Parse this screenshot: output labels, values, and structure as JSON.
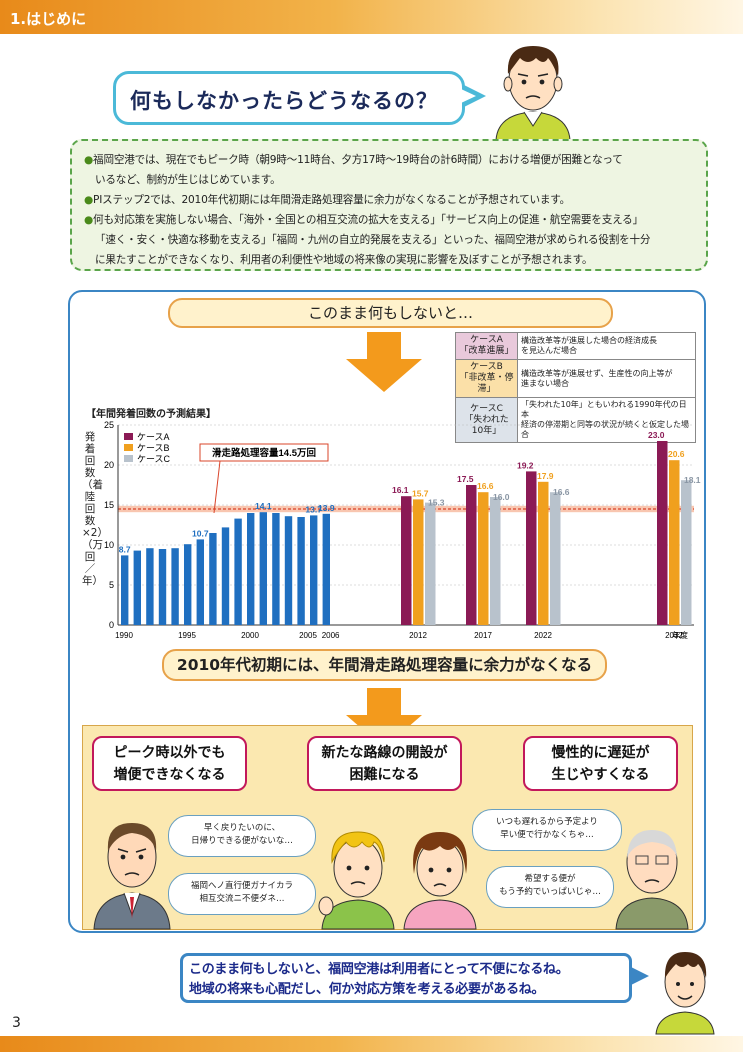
{
  "header": {
    "section": "1.はじめに"
  },
  "question": "何もしなかったらどうなるの？",
  "intro": [
    "福岡空港では、現在でもピーク時（朝9時～11時台、夕方17時～19時台の計6時間）における増便が困難となって",
    "いるなど、制約が生じはじめています。",
    "PIステップ2では、2010年代初期には年間滑走路処理容量に余力がなくなることが予想されています。",
    "何も対応策を実施しない場合、「海外・全国との相互交流の拡大を支える」「サービス向上の促進・航空需要を支える」",
    "「速く・安く・快適な移動を支える」「福岡・九州の自立的発展を支える」といった、福岡空港が求められる役割を十分",
    "に果たすことができなくなり、利用者の利便性や地域の将来像の実現に影響を及ぼすことが予想されます。"
  ],
  "pill_top": "このまま何もしないと…",
  "cases": [
    {
      "label": "ケースA\n「改革進展」",
      "desc": "構造改革等が進展した場合の経済成長\nを見込んだ場合",
      "bg": "#9b3c74",
      "labelBg": "#e9c9db"
    },
    {
      "label": "ケースB\n「非改革・停滞」",
      "desc": "構造改革等が進展せず、生産性の向上等が\n進まない場合",
      "bg": "#f0a01e",
      "labelBg": "#fbe0a8"
    },
    {
      "label": "ケースC\n「失われた10年」",
      "desc": "「失われた10年」ともいわれる1990年代の日本\n経済の停滞期と同等の状況が続くと仮定した場合",
      "bg": "#b8c2cc",
      "labelBg": "#dde3ea"
    }
  ],
  "chart_title": "【年間発着回数の予測結果】",
  "y_axis_label": "発着回数（着陸回数×2）（万回／年）",
  "capacity_label": "滑走路処理容量14.5万回",
  "x_unit": "年度",
  "chart_data": {
    "type": "bar",
    "title": "【年間発着回数の予測結果】",
    "ylabel": "発着回数（着陸回数×2）（万回／年）",
    "ylim": [
      0,
      25
    ],
    "yticks": [
      0,
      5,
      10,
      15,
      20,
      25
    ],
    "capacity": 14.5,
    "historical": {
      "years": [
        1990,
        1991,
        1992,
        1993,
        1994,
        1995,
        1996,
        1997,
        1998,
        1999,
        2000,
        2001,
        2002,
        2003,
        2004,
        2005,
        2006
      ],
      "values": [
        8.7,
        9.3,
        9.6,
        9.5,
        9.6,
        10.1,
        10.7,
        11.5,
        12.2,
        13.3,
        14.0,
        14.1,
        14.0,
        13.6,
        13.5,
        13.7,
        13.9
      ],
      "labels": {
        "1990": "8.7",
        "1996": "10.7",
        "2001": "14.1",
        "2005": "13.7",
        "2006": "13.9"
      }
    },
    "x_tick_labels": [
      "1990",
      "1995",
      "2000",
      "2005",
      "2006",
      "2012",
      "2017",
      "2022",
      "2032"
    ],
    "forecast_years": [
      "2012",
      "2017",
      "2022",
      "2032"
    ],
    "series": [
      {
        "name": "ケースA",
        "color": "#8b1a55",
        "values": [
          16.1,
          17.5,
          19.2,
          23.0
        ],
        "labels": [
          "16.1",
          "17.5",
          "19.2",
          "23.0"
        ]
      },
      {
        "name": "ケースB",
        "color": "#f0a01e",
        "values": [
          15.7,
          16.6,
          17.9,
          20.6
        ],
        "labels": [
          "15.7",
          "16.6",
          "17.9",
          "20.6"
        ]
      },
      {
        "name": "ケースC",
        "color": "#b8c2cc",
        "values": [
          15.3,
          16.0,
          16.6,
          18.1
        ],
        "labels": [
          "15.3",
          "16.0",
          "16.6",
          "18.1"
        ]
      }
    ]
  },
  "pill_conclusion": "2010年代初期には、年間滑走路処理容量に余力がなくなる",
  "effects": [
    {
      "line1": "ピーク時以外でも",
      "line2": "増便できなくなる"
    },
    {
      "line1": "新たな路線の開設が",
      "line2": "困難になる"
    },
    {
      "line1": "慢性的に遅延が",
      "line2": "生じやすくなる"
    }
  ],
  "speech": {
    "businessman": [
      "早く戻りたいのに、",
      "日帰りできる便がないな…"
    ],
    "foreigner": [
      "福岡へノ直行便ガナイカラ",
      "相互交流ニ不便ダネ…"
    ],
    "girl": [
      "いつも遅れるから予定より",
      "早い便で行かなくちゃ…"
    ],
    "elder": [
      "希望する便が",
      "もう予約でいっぱいじゃ…"
    ]
  },
  "bottom_message": [
    "このまま何もしないと、福岡空港は利用者にとって不便になるね。",
    "地域の将来も心配だし、何か対応方策を考える必要があるね。"
  ],
  "page_number": "3"
}
